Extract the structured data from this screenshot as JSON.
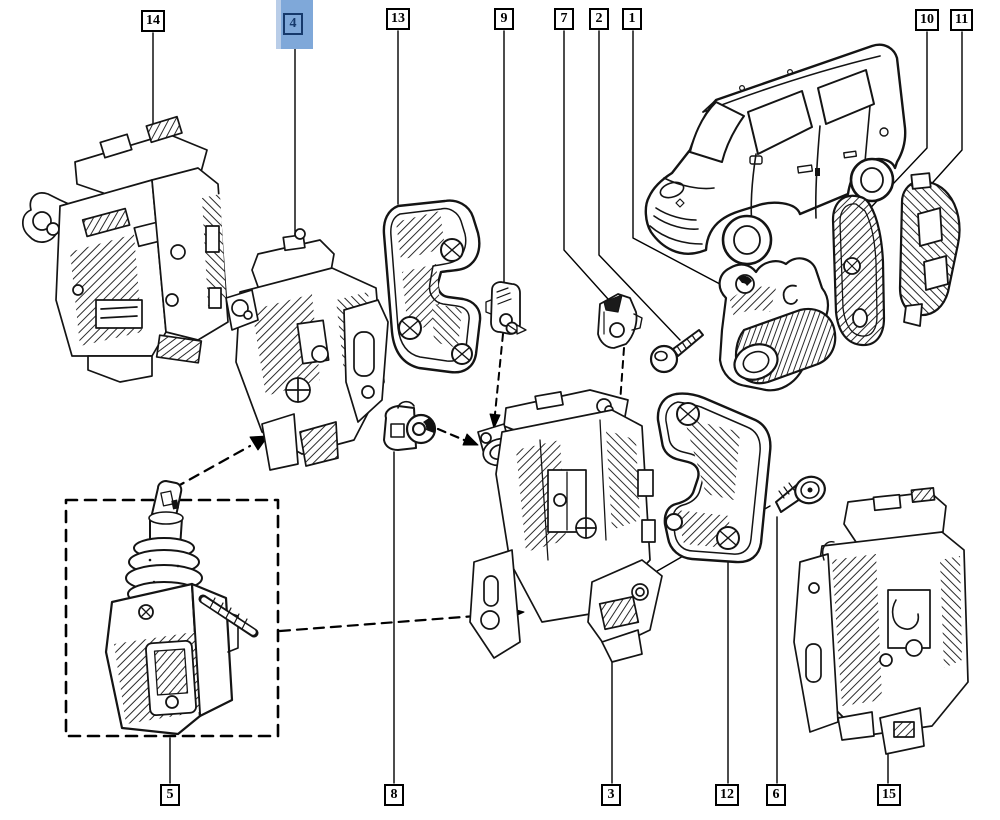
{
  "diagram": {
    "background": "#ffffff",
    "line_color": "#000000",
    "highlight": {
      "callout": "4",
      "fill": "#7FA8D9",
      "edge_fill": "#B9CDE8",
      "box_color": "#16396B"
    },
    "callouts": [
      {
        "num": "14",
        "edge": "top"
      },
      {
        "num": "4",
        "edge": "top",
        "highlighted": true
      },
      {
        "num": "13",
        "edge": "top"
      },
      {
        "num": "9",
        "edge": "top"
      },
      {
        "num": "7",
        "edge": "top"
      },
      {
        "num": "2",
        "edge": "top"
      },
      {
        "num": "1",
        "edge": "top"
      },
      {
        "num": "10",
        "edge": "top"
      },
      {
        "num": "11",
        "edge": "top"
      },
      {
        "num": "5",
        "edge": "bottom"
      },
      {
        "num": "8",
        "edge": "bottom"
      },
      {
        "num": "3",
        "edge": "bottom"
      },
      {
        "num": "12",
        "edge": "bottom"
      },
      {
        "num": "6",
        "edge": "bottom"
      },
      {
        "num": "15",
        "edge": "bottom"
      }
    ]
  }
}
